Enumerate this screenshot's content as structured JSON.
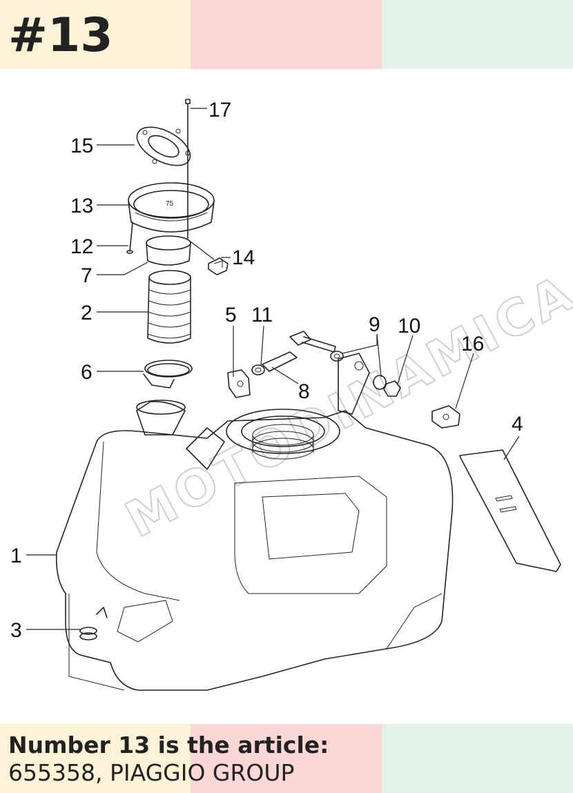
{
  "header": {
    "number_label": "#13"
  },
  "footer": {
    "line1": "Number 13 is the article:",
    "line2": "655358, PIAGGIO GROUP"
  },
  "watermark": {
    "text": "MOTODINAMICA"
  },
  "colors": {
    "band_yellow": "#fdf3d6",
    "band_pink": "#fbd7d5",
    "band_green": "#e3f3ea"
  },
  "callouts": [
    {
      "id": "17",
      "text": "17"
    },
    {
      "id": "15",
      "text": "15"
    },
    {
      "id": "13",
      "text": "13"
    },
    {
      "id": "12",
      "text": "12"
    },
    {
      "id": "14",
      "text": "14"
    },
    {
      "id": "7",
      "text": "7"
    },
    {
      "id": "2",
      "text": "2"
    },
    {
      "id": "5",
      "text": "5"
    },
    {
      "id": "11",
      "text": "11"
    },
    {
      "id": "9",
      "text": "9"
    },
    {
      "id": "10",
      "text": "10"
    },
    {
      "id": "16",
      "text": "16"
    },
    {
      "id": "6",
      "text": "6"
    },
    {
      "id": "8",
      "text": "8"
    },
    {
      "id": "4",
      "text": "4"
    },
    {
      "id": "1",
      "text": "1"
    },
    {
      "id": "3",
      "text": "3"
    }
  ]
}
